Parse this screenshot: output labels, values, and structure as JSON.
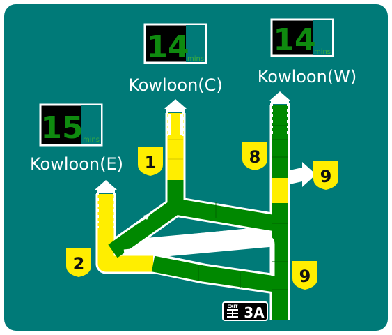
{
  "destinations": {
    "east": {
      "name": "Kowloon(E)",
      "time": "15",
      "unit": "mins"
    },
    "central": {
      "name": "Kowloon(C)",
      "time": "14",
      "unit": "mins"
    },
    "west": {
      "name": "Kowloon(W)",
      "time": "14",
      "unit": "mins"
    }
  },
  "route_shields": [
    "1",
    "2",
    "8",
    "9",
    "9"
  ],
  "exit": {
    "label": "EXIT",
    "number": "3A"
  },
  "colors": {
    "panel": "#007a78",
    "border": "#ffffff",
    "free_flow": "#008800",
    "slow": "#ffee00",
    "display_bg": "#000000"
  }
}
